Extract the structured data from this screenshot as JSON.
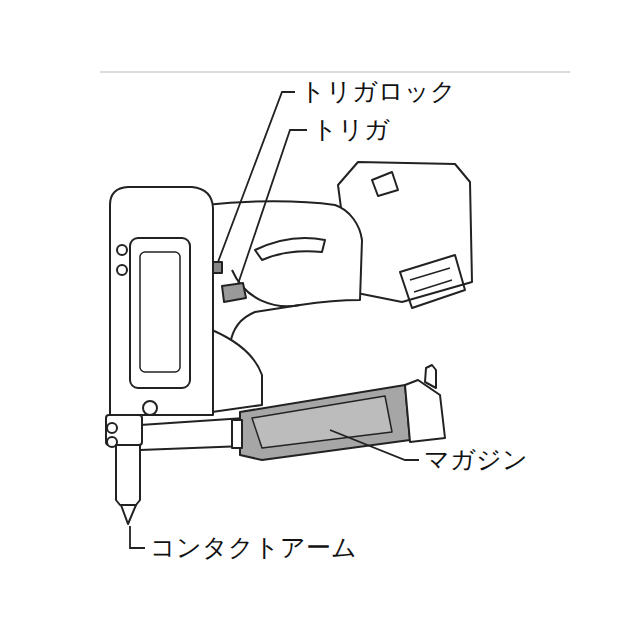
{
  "diagram": {
    "labels": [
      "トリガロック",
      "トリガ",
      "マガジン",
      "コンタクトアーム"
    ]
  }
}
